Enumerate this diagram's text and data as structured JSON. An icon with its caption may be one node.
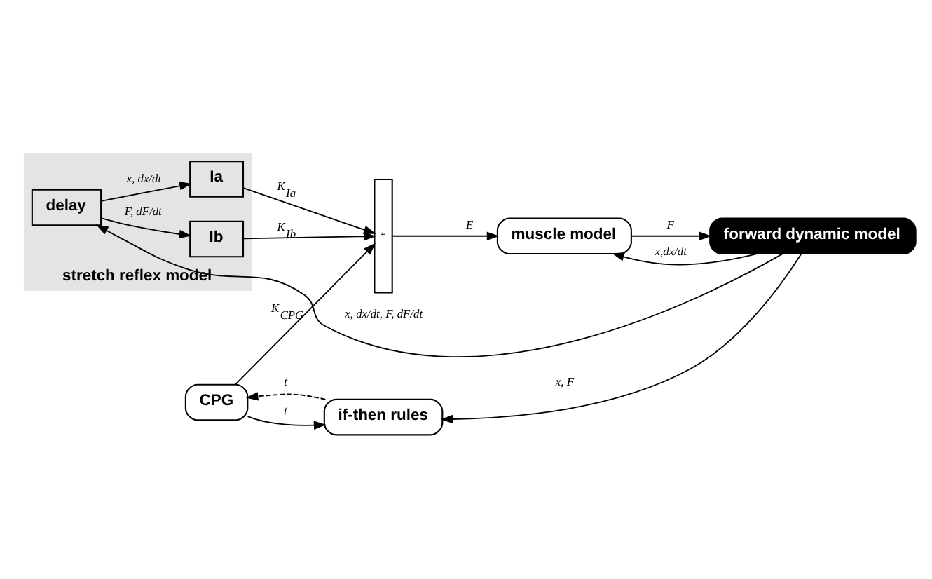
{
  "diagram": {
    "nodes": [
      {
        "text": [
          "stretch reflex model"
        ]
      },
      {
        "text": [
          "if-then rules"
        ]
      },
      {
        "text": [
          "CPG"
        ]
      },
      {
        "text": [
          "Ia"
        ],
        "in": 0
      },
      {
        "text": [
          "Ib"
        ],
        "in": 0
      },
      {
        "text": [
          "delay"
        ],
        "in": 0
      },
      {
        "text": [
          "+"
        ]
      },
      {
        "text": [
          "muscle model"
        ]
      },
      {
        "text": [
          "forward dynamic model"
        ]
      }
    ],
    "edges": [
      {
        "from": 1,
        "to": 2,
        "arrow": "to",
        "style": "dashed",
        "label": "t"
      },
      {
        "from": 2,
        "to": 1,
        "arrow": "to",
        "label": "t"
      },
      {
        "from": 2,
        "to": 6,
        "arrow": "to",
        "label": "K$_{CPG}$"
      },
      {
        "from": 3,
        "to": 6,
        "arrow": "to",
        "label": "K$_{Ia}$"
      },
      {
        "from": 4,
        "to": 6,
        "arrow": "to",
        "label": "K$_{Ib}$"
      },
      {
        "from": 6,
        "to": 7,
        "arrow": "to",
        "label": "E"
      },
      {
        "from": 7,
        "to": 8,
        "arrow": "to",
        "label": "F"
      },
      {
        "from": 8,
        "to": 1,
        "arrow": "to",
        "label": "x, F"
      },
      {
        "from": 8,
        "to": 7,
        "arrow": "to",
        "label": "x,dx/dt"
      },
      {
        "from": 8,
        "to": 5,
        "arrow": "to",
        "label": "x, dx/dt, F, dF/dt"
      },
      {
        "from": 5,
        "to": 3,
        "arrow": "to",
        "label": "x, dx/dt"
      },
      {
        "from": 5,
        "to": 4,
        "arrow": "to",
        "label": "F, dF/dt"
      }
    ]
  }
}
